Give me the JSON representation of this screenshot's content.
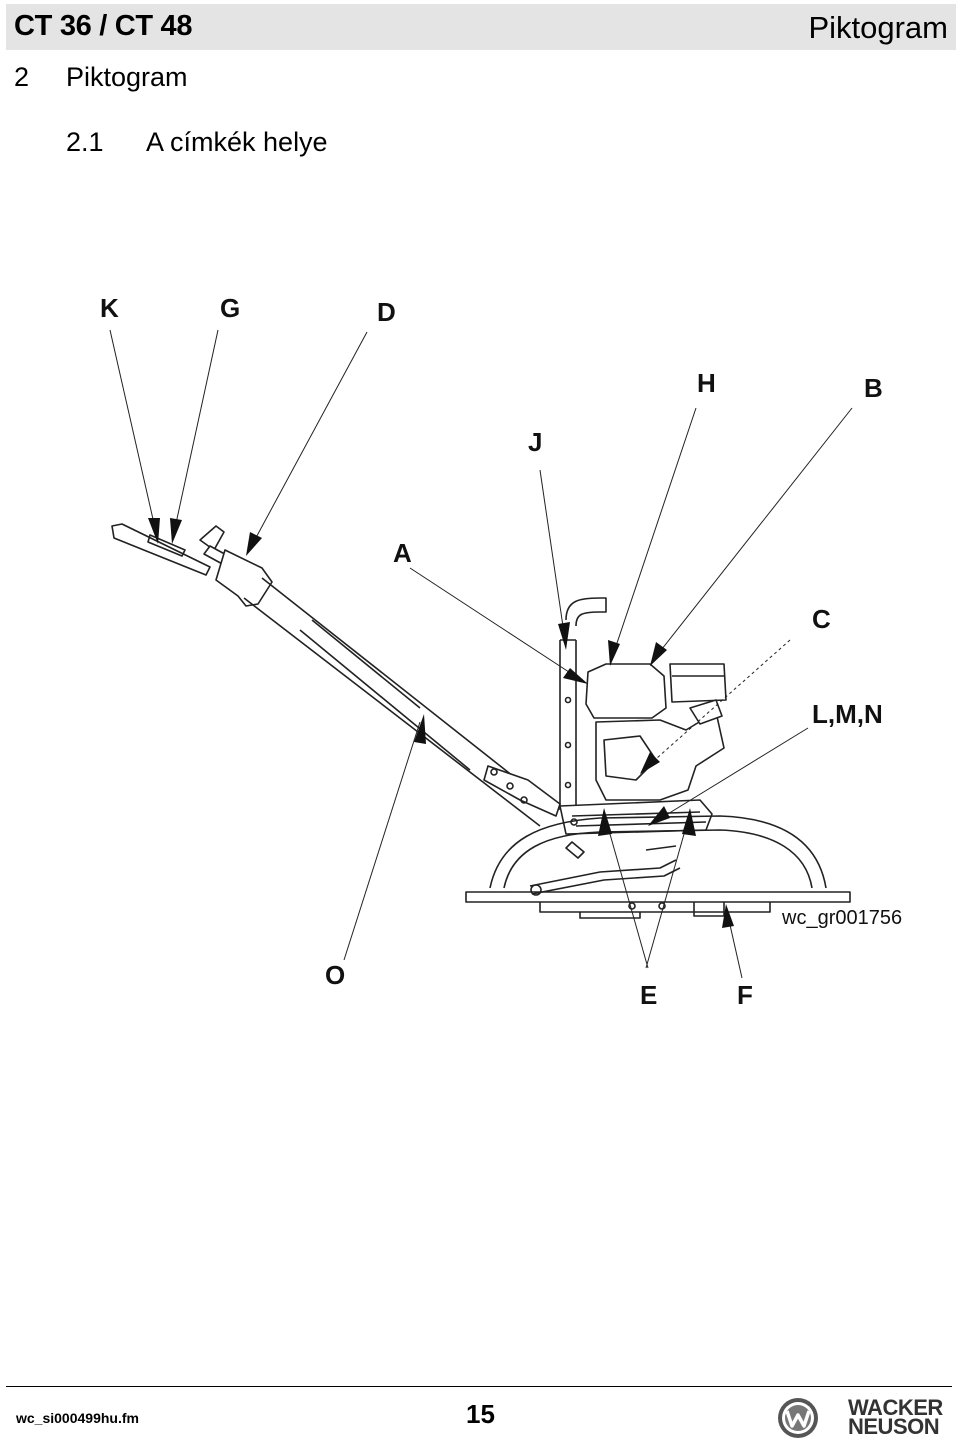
{
  "header": {
    "product": "CT 36 / CT 48",
    "section": "Piktogram"
  },
  "heading1": {
    "number": "2",
    "title": "Piktogram"
  },
  "heading2": {
    "number": "2.1",
    "title": "A címkék helye"
  },
  "figure": {
    "labels": {
      "K": "K",
      "G": "G",
      "D": "D",
      "H": "H",
      "B": "B",
      "J": "J",
      "A": "A",
      "C": "C",
      "LMN": "L,M,N",
      "O": "O",
      "E": "E",
      "F": "F"
    },
    "figure_id": "wc_gr001756"
  },
  "footer": {
    "filename": "wc_si000499hu.fm",
    "page": "15",
    "brand_line1": "WACKER",
    "brand_line2": "NEUSON",
    "logo_icon": "wacker-neuson-w-emblem"
  }
}
